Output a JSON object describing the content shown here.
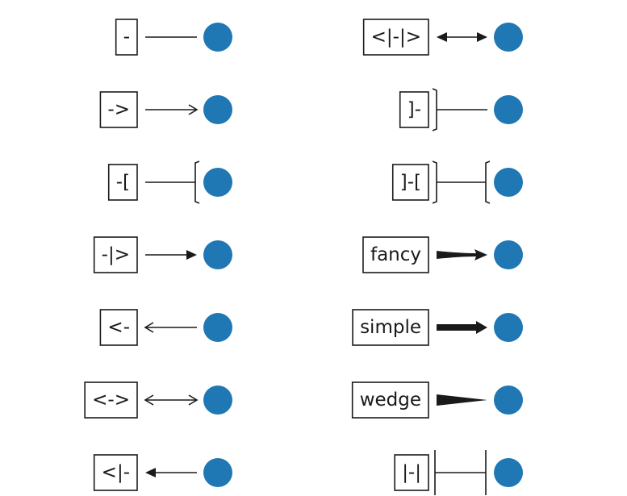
{
  "diagram": {
    "dot_color": "#1f77b4",
    "line_color": "#1a1a1a",
    "columns": [
      {
        "side": "left",
        "items": [
          {
            "label": "-",
            "style": "line"
          },
          {
            "label": "->",
            "style": "open-arrow-end"
          },
          {
            "label": "-[",
            "style": "bracket-end"
          },
          {
            "label": "-|>",
            "style": "filled-arrow-end"
          },
          {
            "label": "<-",
            "style": "open-arrow-start"
          },
          {
            "label": "<->",
            "style": "open-arrow-both"
          },
          {
            "label": "<|-",
            "style": "filled-arrow-start"
          }
        ]
      },
      {
        "side": "right",
        "items": [
          {
            "label": "<|-|>",
            "style": "filled-arrow-both"
          },
          {
            "label": "]-",
            "style": "bracket-start"
          },
          {
            "label": "]-[",
            "style": "bracket-both"
          },
          {
            "label": "fancy",
            "style": "fancy"
          },
          {
            "label": "simple",
            "style": "simple"
          },
          {
            "label": "wedge",
            "style": "wedge"
          },
          {
            "label": "|-|",
            "style": "bar-both"
          }
        ]
      }
    ]
  }
}
